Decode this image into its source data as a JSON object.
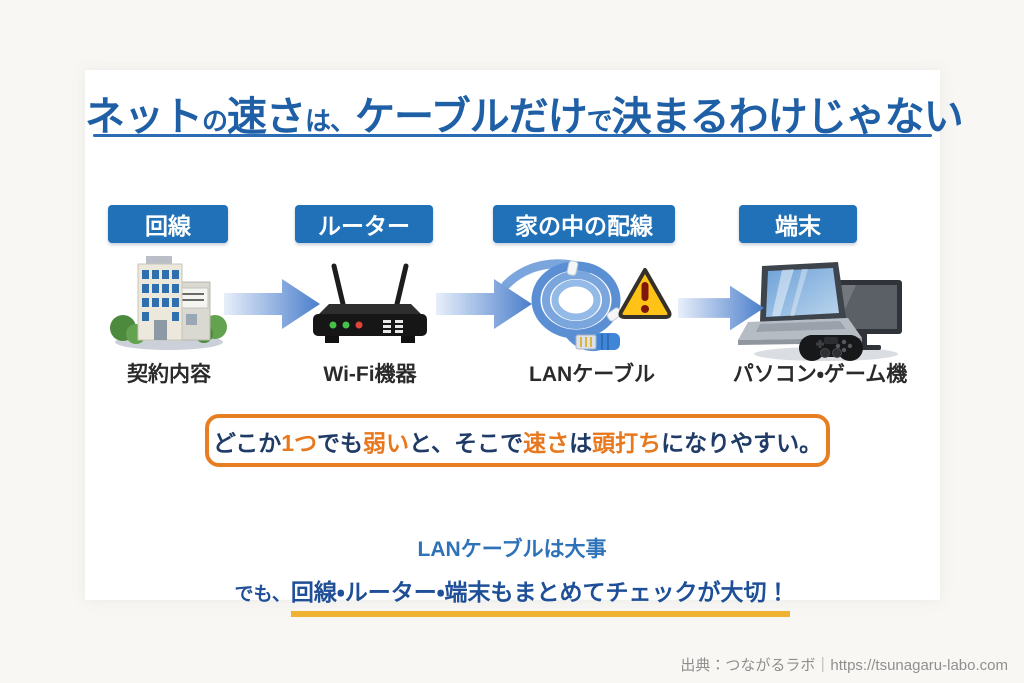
{
  "page": {
    "background": "#f8f7f4",
    "accent_blue": "#2071b8",
    "title_blue": "#1e5fa6",
    "accent_orange": "#e87e22",
    "underline_yellow": "#f0b232"
  },
  "title": {
    "p1": "ネット",
    "p2": "の",
    "p3": "速さ",
    "p4": "は、",
    "p5": "ケーブルだけ",
    "p6": "で",
    "p7": "決まるわけじゃない"
  },
  "steps": [
    {
      "label": "回線",
      "caption": "契約内容",
      "icon": "building-icon"
    },
    {
      "label": "ルーター",
      "caption": "Wi-Fi機器",
      "icon": "router-icon"
    },
    {
      "label": "家の中の配線",
      "caption": "LANケーブル",
      "icon": "lan-cable-icon"
    },
    {
      "label": "端末",
      "caption": "パソコン・ゲーム機",
      "icon": "devices-icon"
    }
  ],
  "callout": {
    "segments": [
      {
        "text": "どこか",
        "color": "navy"
      },
      {
        "text": "1つ",
        "color": "orange"
      },
      {
        "text": "でも",
        "color": "navy"
      },
      {
        "text": "弱い",
        "color": "orange"
      },
      {
        "text": "と、そこで",
        "color": "navy"
      },
      {
        "text": "速さ",
        "color": "orange"
      },
      {
        "text": "は",
        "color": "navy"
      },
      {
        "text": "頭打ち",
        "color": "orange"
      },
      {
        "text": "になりやすい。",
        "color": "navy"
      }
    ]
  },
  "conclusion": {
    "line1": "LANケーブルは大事",
    "line2_prefix": "でも、",
    "line2_underlined": "回線・ルーター・端末もまとめてチェックが大切！"
  },
  "footer": {
    "source": "出典：つながるラボ｜https://tsunagaru-labo.com"
  }
}
